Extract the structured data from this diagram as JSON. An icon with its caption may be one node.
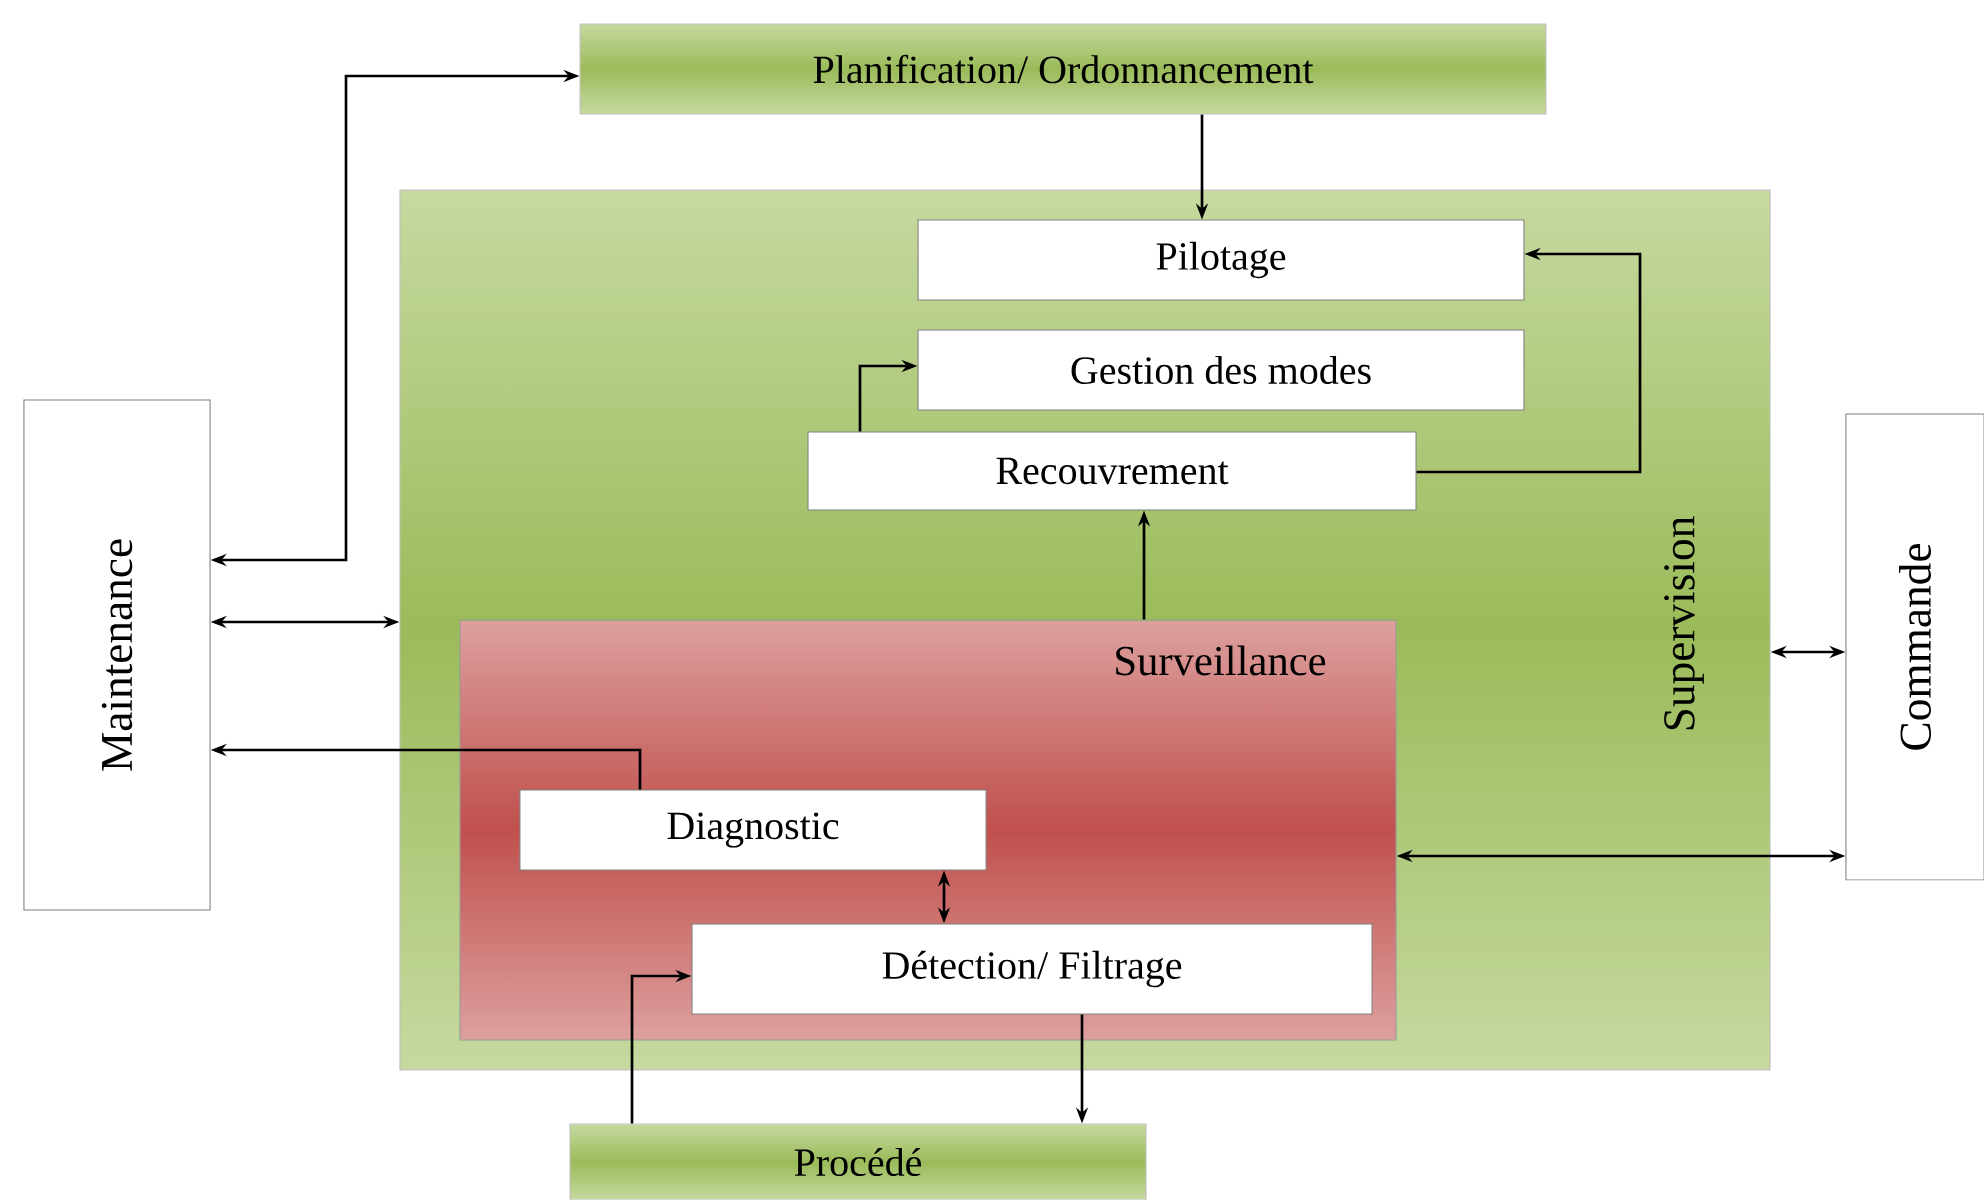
{
  "diagram": {
    "nodes": [
      {
        "text": [
          "Planification/ Ordonnancement"
        ]
      },
      {
        "text": [
          "Supervision"
        ]
      },
      {
        "text": [
          "Pilotage"
        ],
        "in": 1
      },
      {
        "text": [
          "Gestion des modes"
        ],
        "in": 1
      },
      {
        "text": [
          "Recouvrement"
        ],
        "in": 1
      },
      {
        "text": [
          "Surveillance"
        ],
        "in": 1
      },
      {
        "text": [
          "Diagnostic"
        ],
        "in": 5
      },
      {
        "text": [
          "Détection/ Filtrage"
        ],
        "in": 5
      },
      {
        "text": [
          "Maintenance"
        ]
      },
      {
        "text": [
          "Commande"
        ]
      },
      {
        "text": [
          "Procédé"
        ]
      }
    ],
    "edges": [
      {
        "from": 8,
        "to": 0,
        "arrow": "both"
      },
      {
        "from": 8,
        "to": 1,
        "arrow": "both"
      },
      {
        "from": 6,
        "to": 8,
        "arrow": "to"
      },
      {
        "from": 0,
        "to": 2,
        "arrow": "to"
      },
      {
        "from": 4,
        "to": 2,
        "arrow": "to"
      },
      {
        "from": 4,
        "to": 3,
        "arrow": "to"
      },
      {
        "from": 5,
        "to": 4,
        "arrow": "to"
      },
      {
        "from": 6,
        "to": 7,
        "arrow": "both"
      },
      {
        "from": 10,
        "to": 7,
        "arrow": "to"
      },
      {
        "from": 7,
        "to": 10,
        "arrow": "to"
      },
      {
        "from": 5,
        "to": 9,
        "arrow": "both"
      },
      {
        "from": 1,
        "to": 9,
        "arrow": "both"
      }
    ]
  }
}
